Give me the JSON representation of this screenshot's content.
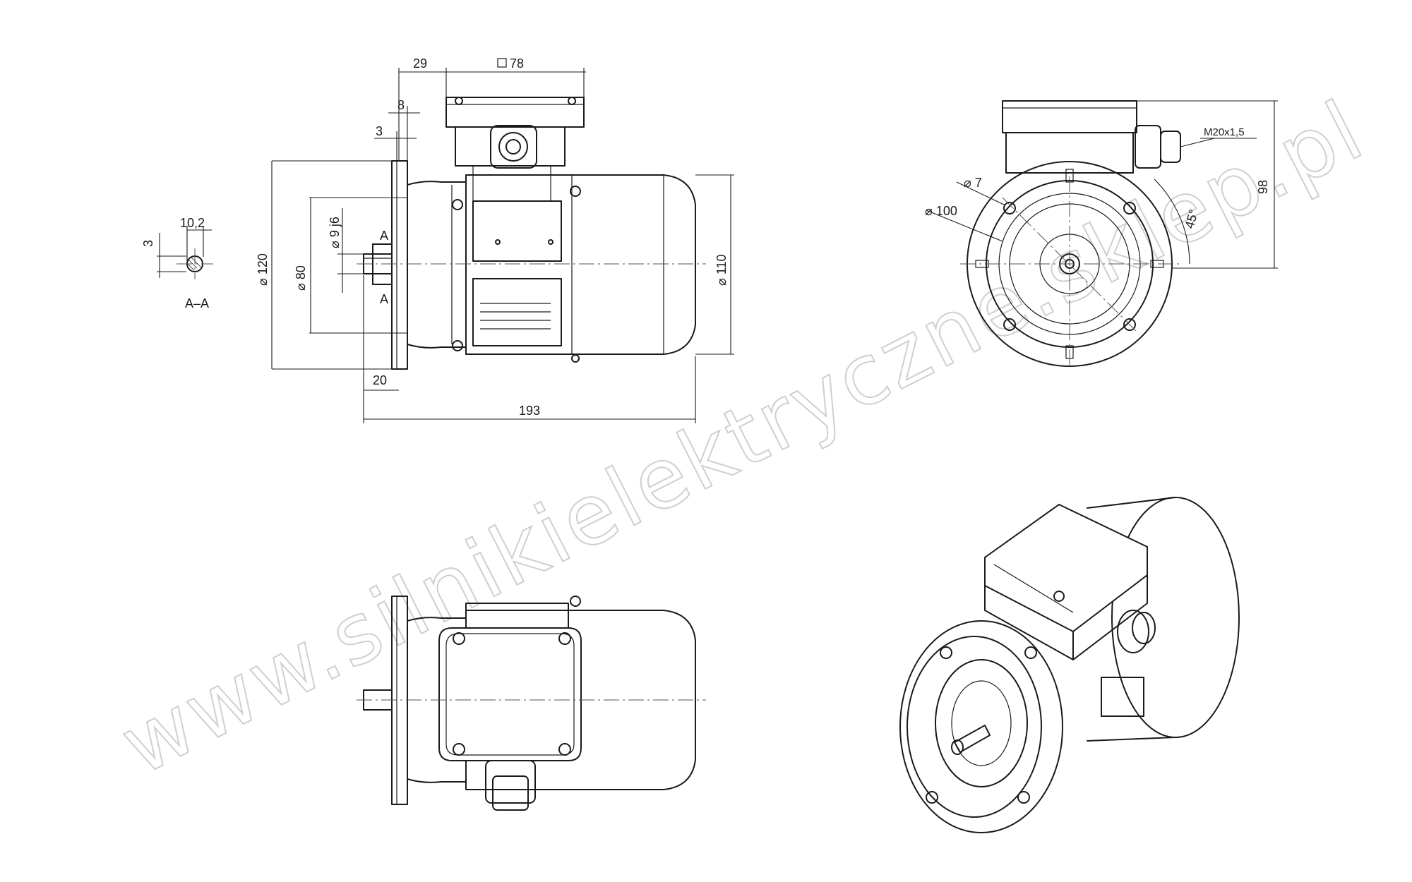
{
  "watermark": "www.silnikielektryczne.sklep.pl",
  "side_view": {
    "dim_29": "29",
    "dim_78": "78",
    "dim_8": "8",
    "dim_3_flange": "3",
    "dim_120": "120",
    "dim_80": "80",
    "dim_9j6": "9 j6",
    "dim_110": "110",
    "dim_20": "20",
    "dim_193": "193",
    "section_mark_top": "A",
    "section_mark_bottom": "A"
  },
  "section": {
    "dim_10_2": "10,2",
    "dim_3": "3",
    "label": "A–A"
  },
  "front_view": {
    "dim_7": "7",
    "dim_100": "100",
    "dim_m20": "M20x1,5",
    "dim_98": "98",
    "dim_45": "45°"
  }
}
